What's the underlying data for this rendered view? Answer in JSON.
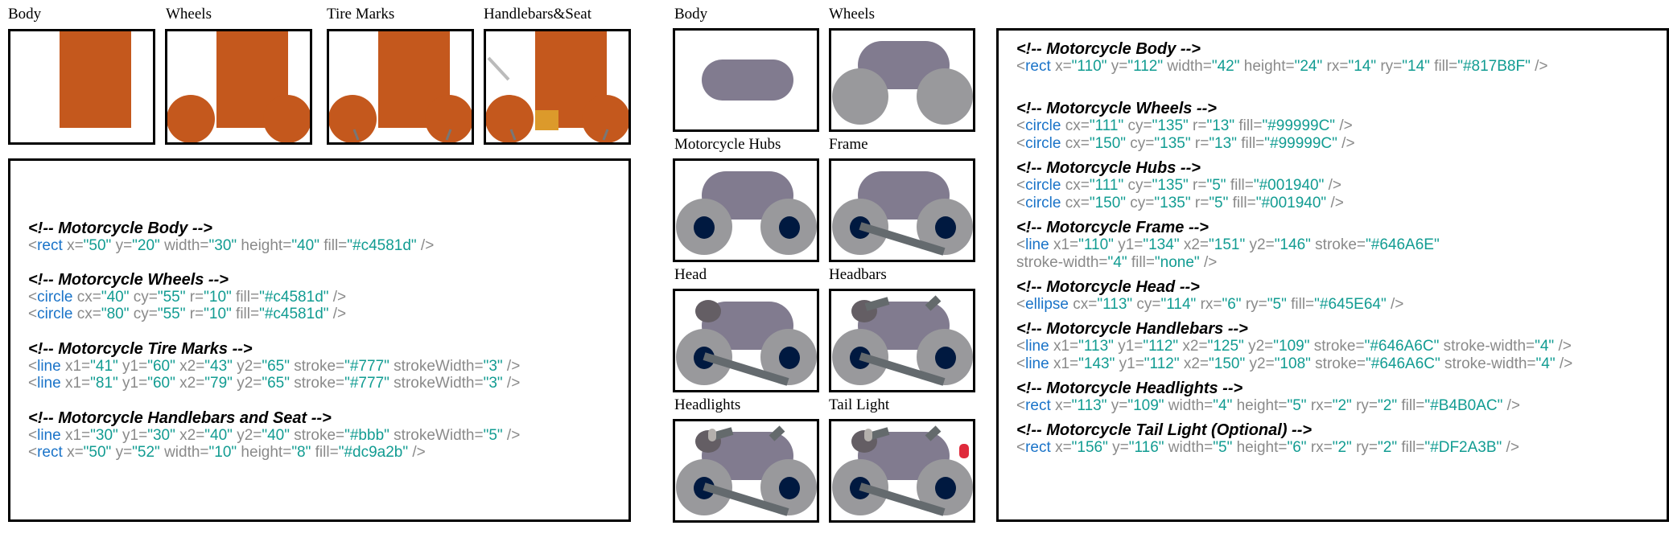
{
  "left_panel_labels": [
    "Body",
    "Wheels",
    "Tire Marks",
    "Handlebars&Seat"
  ],
  "middle_panel_labels": [
    "Body",
    "Wheels",
    "Motorcycle Hubs",
    "Frame",
    "Head",
    "Headbars",
    "Headlights",
    "Tail Light"
  ],
  "colors": {
    "left_body": "#c4581d",
    "left_seat": "#dc9a2b",
    "left_handlebar": "#bbb",
    "tire_mark": "#777",
    "body": "#817B8F",
    "wheel": "#99999C",
    "hub": "#001940",
    "frame": "#646A6E",
    "head": "#645E64",
    "handlebar": "#646A6C",
    "headlight": "#B4B0AC",
    "tail_light": "#DF2A3B"
  },
  "left_code": [
    {
      "comment": "<!-- Motorcycle Body -->",
      "lines": [
        [
          [
            "p",
            "<"
          ],
          [
            "t",
            "rect"
          ],
          [
            "a",
            " x="
          ],
          [
            "v",
            "\"50\""
          ],
          [
            "a",
            " y="
          ],
          [
            "v",
            "\"20\""
          ],
          [
            "a",
            " width="
          ],
          [
            "v",
            "\"30\""
          ],
          [
            "a",
            " height="
          ],
          [
            "v",
            "\"40\""
          ],
          [
            "a",
            " fill="
          ],
          [
            "v",
            "\"#c4581d\""
          ],
          [
            "p",
            " />"
          ]
        ]
      ]
    },
    {
      "comment": "<!-- Motorcycle Wheels -->",
      "lines": [
        [
          [
            "p",
            "<"
          ],
          [
            "t",
            "circle"
          ],
          [
            "a",
            " cx="
          ],
          [
            "v",
            "\"40\""
          ],
          [
            "a",
            " cy="
          ],
          [
            "v",
            "\"55\""
          ],
          [
            "a",
            " r="
          ],
          [
            "v",
            "\"10\""
          ],
          [
            "a",
            " fill="
          ],
          [
            "v",
            "\"#c4581d\""
          ],
          [
            "p",
            " />"
          ]
        ],
        [
          [
            "p",
            "<"
          ],
          [
            "t",
            "circle"
          ],
          [
            "a",
            " cx="
          ],
          [
            "v",
            "\"80\""
          ],
          [
            "a",
            " cy="
          ],
          [
            "v",
            "\"55\""
          ],
          [
            "a",
            " r="
          ],
          [
            "v",
            "\"10\""
          ],
          [
            "a",
            " fill="
          ],
          [
            "v",
            "\"#c4581d\""
          ],
          [
            "p",
            " />"
          ]
        ]
      ]
    },
    {
      "comment": "<!-- Motorcycle Tire Marks -->",
      "lines": [
        [
          [
            "p",
            "<"
          ],
          [
            "t",
            "line"
          ],
          [
            "a",
            " x1="
          ],
          [
            "v",
            "\"41\""
          ],
          [
            "a",
            " y1="
          ],
          [
            "v",
            "\"60\""
          ],
          [
            "a",
            " x2="
          ],
          [
            "v",
            "\"43\""
          ],
          [
            "a",
            " y2="
          ],
          [
            "v",
            "\"65\""
          ],
          [
            "a",
            " stroke="
          ],
          [
            "v",
            "\"#777\""
          ],
          [
            "a",
            " strokeWidth="
          ],
          [
            "v",
            "\"3\""
          ],
          [
            "p",
            " />"
          ]
        ],
        [
          [
            "p",
            "<"
          ],
          [
            "t",
            "line"
          ],
          [
            "a",
            " x1="
          ],
          [
            "v",
            "\"81\""
          ],
          [
            "a",
            " y1="
          ],
          [
            "v",
            "\"60\""
          ],
          [
            "a",
            " x2="
          ],
          [
            "v",
            "\"79\""
          ],
          [
            "a",
            " y2="
          ],
          [
            "v",
            "\"65\""
          ],
          [
            "a",
            " stroke="
          ],
          [
            "v",
            "\"#777\""
          ],
          [
            "a",
            " strokeWidth="
          ],
          [
            "v",
            "\"3\""
          ],
          [
            "p",
            " />"
          ]
        ]
      ]
    },
    {
      "comment": "<!-- Motorcycle Handlebars and Seat -->",
      "lines": [
        [
          [
            "p",
            "<"
          ],
          [
            "t",
            "line"
          ],
          [
            "a",
            " x1="
          ],
          [
            "v",
            "\"30\""
          ],
          [
            "a",
            " y1="
          ],
          [
            "v",
            "\"30\""
          ],
          [
            "a",
            " x2="
          ],
          [
            "v",
            "\"40\""
          ],
          [
            "a",
            " y2="
          ],
          [
            "v",
            "\"40\""
          ],
          [
            "a",
            " stroke="
          ],
          [
            "v",
            "\"#bbb\""
          ],
          [
            "a",
            " strokeWidth="
          ],
          [
            "v",
            "\"5\""
          ],
          [
            "p",
            " />"
          ]
        ],
        [
          [
            "p",
            "<"
          ],
          [
            "t",
            "rect"
          ],
          [
            "a",
            " x="
          ],
          [
            "v",
            "\"50\""
          ],
          [
            "a",
            " y="
          ],
          [
            "v",
            "\"52\""
          ],
          [
            "a",
            " width="
          ],
          [
            "v",
            "\"10\""
          ],
          [
            "a",
            " height="
          ],
          [
            "v",
            "\"8\""
          ],
          [
            "a",
            " fill="
          ],
          [
            "v",
            "\"#dc9a2b\""
          ],
          [
            "p",
            " />"
          ]
        ]
      ]
    }
  ],
  "right_code": [
    {
      "comment": "<!-- Motorcycle Body -->",
      "lines": [
        [
          [
            "p",
            "<"
          ],
          [
            "t",
            "rect"
          ],
          [
            "a",
            " x="
          ],
          [
            "v",
            "\"110\""
          ],
          [
            "a",
            " y="
          ],
          [
            "v",
            "\"112\""
          ],
          [
            "a",
            " width="
          ],
          [
            "v",
            "\"42\""
          ],
          [
            "a",
            " height="
          ],
          [
            "v",
            "\"24\""
          ],
          [
            "a",
            " rx="
          ],
          [
            "v",
            "\"14\""
          ],
          [
            "a",
            " ry="
          ],
          [
            "v",
            "\"14\""
          ],
          [
            "a",
            " fill="
          ],
          [
            "v",
            "\"#817B8F\""
          ],
          [
            "p",
            " />"
          ]
        ]
      ]
    },
    {
      "comment": "<!-- Motorcycle Wheels -->",
      "lines": [
        [
          [
            "p",
            "<"
          ],
          [
            "t",
            "circle"
          ],
          [
            "a",
            " cx="
          ],
          [
            "v",
            "\"111\""
          ],
          [
            "a",
            " cy="
          ],
          [
            "v",
            "\"135\""
          ],
          [
            "a",
            " r="
          ],
          [
            "v",
            "\"13\""
          ],
          [
            "a",
            " fill="
          ],
          [
            "v",
            "\"#99999C\""
          ],
          [
            "p",
            " />"
          ]
        ],
        [
          [
            "p",
            "<"
          ],
          [
            "t",
            "circle"
          ],
          [
            "a",
            " cx="
          ],
          [
            "v",
            "\"150\""
          ],
          [
            "a",
            " cy="
          ],
          [
            "v",
            "\"135\""
          ],
          [
            "a",
            " r="
          ],
          [
            "v",
            "\"13\""
          ],
          [
            "a",
            " fill="
          ],
          [
            "v",
            "\"#99999C\""
          ],
          [
            "p",
            " />"
          ]
        ]
      ]
    },
    {
      "comment": "<!-- Motorcycle Hubs -->",
      "lines": [
        [
          [
            "p",
            "<"
          ],
          [
            "t",
            "circle"
          ],
          [
            "a",
            " cx="
          ],
          [
            "v",
            "\"111\""
          ],
          [
            "a",
            " cy="
          ],
          [
            "v",
            "\"135\""
          ],
          [
            "a",
            " r="
          ],
          [
            "v",
            "\"5\""
          ],
          [
            "a",
            " fill="
          ],
          [
            "v",
            "\"#001940\""
          ],
          [
            "p",
            " />"
          ]
        ],
        [
          [
            "p",
            "<"
          ],
          [
            "t",
            "circle"
          ],
          [
            "a",
            " cx="
          ],
          [
            "v",
            "\"150\""
          ],
          [
            "a",
            " cy="
          ],
          [
            "v",
            "\"135\""
          ],
          [
            "a",
            " r="
          ],
          [
            "v",
            "\"5\""
          ],
          [
            "a",
            " fill="
          ],
          [
            "v",
            "\"#001940\""
          ],
          [
            "p",
            " />"
          ]
        ]
      ]
    },
    {
      "comment": "<!-- Motorcycle Frame -->",
      "lines": [
        [
          [
            "p",
            "<"
          ],
          [
            "t",
            "line"
          ],
          [
            "a",
            " x1="
          ],
          [
            "v",
            "\"110\""
          ],
          [
            "a",
            " y1="
          ],
          [
            "v",
            "\"134\""
          ],
          [
            "a",
            " x2="
          ],
          [
            "v",
            "\"151\""
          ],
          [
            "a",
            " y2="
          ],
          [
            "v",
            "\"146\""
          ],
          [
            "a",
            " stroke="
          ],
          [
            "v",
            "\"#646A6E\""
          ]
        ],
        [
          [
            "a",
            "stroke-width="
          ],
          [
            "v",
            "\"4\""
          ],
          [
            "a",
            " fill="
          ],
          [
            "v",
            "\"none\""
          ],
          [
            "p",
            " />"
          ]
        ]
      ]
    },
    {
      "comment": "<!-- Motorcycle Head -->",
      "lines": [
        [
          [
            "p",
            "<"
          ],
          [
            "t",
            "ellipse"
          ],
          [
            "a",
            " cx="
          ],
          [
            "v",
            "\"113\""
          ],
          [
            "a",
            " cy="
          ],
          [
            "v",
            "\"114\""
          ],
          [
            "a",
            " rx="
          ],
          [
            "v",
            "\"6\""
          ],
          [
            "a",
            " ry="
          ],
          [
            "v",
            "\"5\""
          ],
          [
            "a",
            " fill="
          ],
          [
            "v",
            "\"#645E64\""
          ],
          [
            "p",
            " />"
          ]
        ]
      ]
    },
    {
      "comment": "<!-- Motorcycle Handlebars -->",
      "lines": [
        [
          [
            "p",
            "<"
          ],
          [
            "t",
            "line"
          ],
          [
            "a",
            " x1="
          ],
          [
            "v",
            "\"113\""
          ],
          [
            "a",
            " y1="
          ],
          [
            "v",
            "\"112\""
          ],
          [
            "a",
            " x2="
          ],
          [
            "v",
            "\"125\""
          ],
          [
            "a",
            " y2="
          ],
          [
            "v",
            "\"109\""
          ],
          [
            "a",
            " stroke="
          ],
          [
            "v",
            "\"#646A6C\""
          ],
          [
            "a",
            " stroke-width="
          ],
          [
            "v",
            "\"4\""
          ],
          [
            "p",
            " />"
          ]
        ],
        [
          [
            "p",
            "<"
          ],
          [
            "t",
            "line"
          ],
          [
            "a",
            " x1="
          ],
          [
            "v",
            "\"143\""
          ],
          [
            "a",
            " y1="
          ],
          [
            "v",
            "\"112\""
          ],
          [
            "a",
            " x2="
          ],
          [
            "v",
            "\"150\""
          ],
          [
            "a",
            " y2="
          ],
          [
            "v",
            "\"108\""
          ],
          [
            "a",
            " stroke="
          ],
          [
            "v",
            "\"#646A6C\""
          ],
          [
            "a",
            " stroke-width="
          ],
          [
            "v",
            "\"4\""
          ],
          [
            "p",
            " />"
          ]
        ]
      ]
    },
    {
      "comment": "<!-- Motorcycle Headlights -->",
      "lines": [
        [
          [
            "p",
            "<"
          ],
          [
            "t",
            "rect"
          ],
          [
            "a",
            " x="
          ],
          [
            "v",
            "\"113\""
          ],
          [
            "a",
            " y="
          ],
          [
            "v",
            "\"109\""
          ],
          [
            "a",
            " width="
          ],
          [
            "v",
            "\"4\""
          ],
          [
            "a",
            " height="
          ],
          [
            "v",
            "\"5\""
          ],
          [
            "a",
            " rx="
          ],
          [
            "v",
            "\"2\""
          ],
          [
            "a",
            " ry="
          ],
          [
            "v",
            "\"2\""
          ],
          [
            "a",
            " fill="
          ],
          [
            "v",
            "\"#B4B0AC\""
          ],
          [
            "p",
            " />"
          ]
        ]
      ]
    },
    {
      "comment": "<!-- Motorcycle Tail Light (Optional) -->",
      "lines": [
        [
          [
            "p",
            "<"
          ],
          [
            "t",
            "rect"
          ],
          [
            "a",
            " x="
          ],
          [
            "v",
            "\"156\""
          ],
          [
            "a",
            " y="
          ],
          [
            "v",
            "\"116\""
          ],
          [
            "a",
            " width="
          ],
          [
            "v",
            "\"5\""
          ],
          [
            "a",
            " height="
          ],
          [
            "v",
            "\"6\""
          ],
          [
            "a",
            " rx="
          ],
          [
            "v",
            "\"2\""
          ],
          [
            "a",
            " ry="
          ],
          [
            "v",
            "\"2\""
          ],
          [
            "a",
            " fill="
          ],
          [
            "v",
            "\"#DF2A3B\""
          ],
          [
            "p",
            " />"
          ]
        ]
      ]
    }
  ]
}
